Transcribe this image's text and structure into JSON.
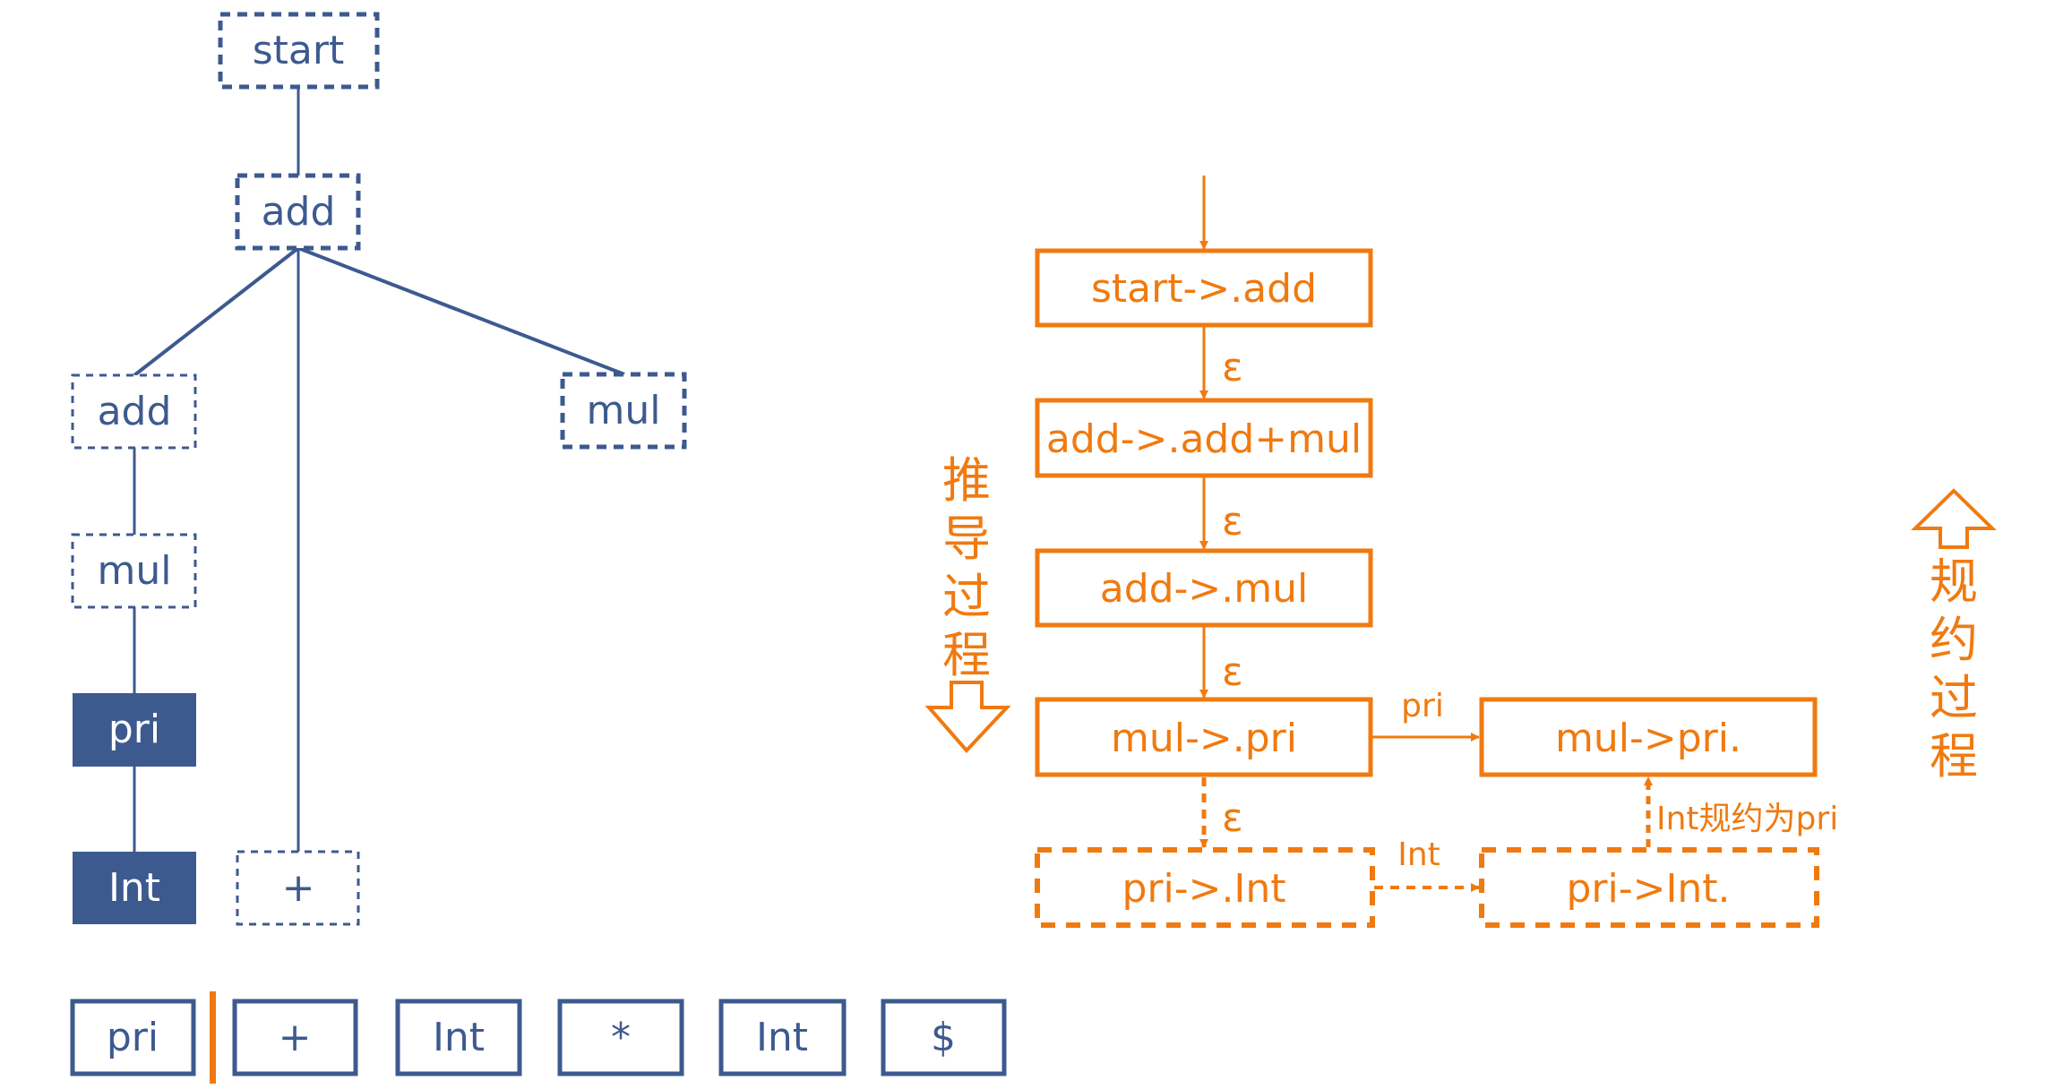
{
  "colors": {
    "tree_blue": "#3D5A8F",
    "automaton_orange": "#F07A10",
    "cursor_orange": "#F07A10",
    "background": "#FFFFFF"
  },
  "parse_tree": {
    "nodes": [
      {
        "id": "start",
        "label": "start",
        "style": "dashed"
      },
      {
        "id": "add_root",
        "label": "add",
        "style": "dashed"
      },
      {
        "id": "add_left",
        "label": "add",
        "style": "dashed"
      },
      {
        "id": "plus",
        "label": "+",
        "style": "dashed"
      },
      {
        "id": "mul_right",
        "label": "mul",
        "style": "dashed"
      },
      {
        "id": "mul_left",
        "label": "mul",
        "style": "dashed"
      },
      {
        "id": "pri",
        "label": "pri",
        "style": "filled"
      },
      {
        "id": "int",
        "label": "Int",
        "style": "filled"
      }
    ],
    "edges": [
      [
        "start",
        "add_root"
      ],
      [
        "add_root",
        "add_left"
      ],
      [
        "add_root",
        "plus"
      ],
      [
        "add_root",
        "mul_right"
      ],
      [
        "add_left",
        "mul_left"
      ],
      [
        "mul_left",
        "pri"
      ],
      [
        "pri",
        "int"
      ]
    ]
  },
  "input_tokens": {
    "tokens": [
      "pri",
      "+",
      "Int",
      "*",
      "Int",
      "$"
    ],
    "cursor_after_index": 0
  },
  "automaton": {
    "states": [
      {
        "id": "s0",
        "label": "start->.add",
        "style": "solid"
      },
      {
        "id": "s1",
        "label": "add->.add+mul",
        "style": "solid"
      },
      {
        "id": "s2",
        "label": "add->.mul",
        "style": "solid"
      },
      {
        "id": "s3",
        "label": "mul->.pri",
        "style": "solid"
      },
      {
        "id": "s4",
        "label": "mul->pri.",
        "style": "solid"
      },
      {
        "id": "s5",
        "label": "pri->.Int",
        "style": "dashed"
      },
      {
        "id": "s6",
        "label": "pri->Int.",
        "style": "dashed"
      }
    ],
    "transitions": [
      {
        "from": "entry",
        "to": "s0",
        "label": "",
        "style": "solid"
      },
      {
        "from": "s0",
        "to": "s1",
        "label": "ε",
        "style": "solid"
      },
      {
        "from": "s1",
        "to": "s2",
        "label": "ε",
        "style": "solid"
      },
      {
        "from": "s2",
        "to": "s3",
        "label": "ε",
        "style": "solid"
      },
      {
        "from": "s3",
        "to": "s5",
        "label": "ε",
        "style": "dashed"
      },
      {
        "from": "s3",
        "to": "s4",
        "label": "pri",
        "style": "solid"
      },
      {
        "from": "s5",
        "to": "s6",
        "label": "Int",
        "style": "dashed"
      },
      {
        "from": "s6",
        "to": "s4",
        "label": "Int规约为pri",
        "style": "dashed"
      }
    ]
  },
  "annotations": {
    "derivation": {
      "text": "推导过程",
      "chars": [
        "推",
        "导",
        "过",
        "程"
      ],
      "arrow": "down-arrow"
    },
    "reduction": {
      "text": "规约过程",
      "chars": [
        "规",
        "约",
        "过",
        "程"
      ],
      "arrow": "up-arrow"
    }
  }
}
